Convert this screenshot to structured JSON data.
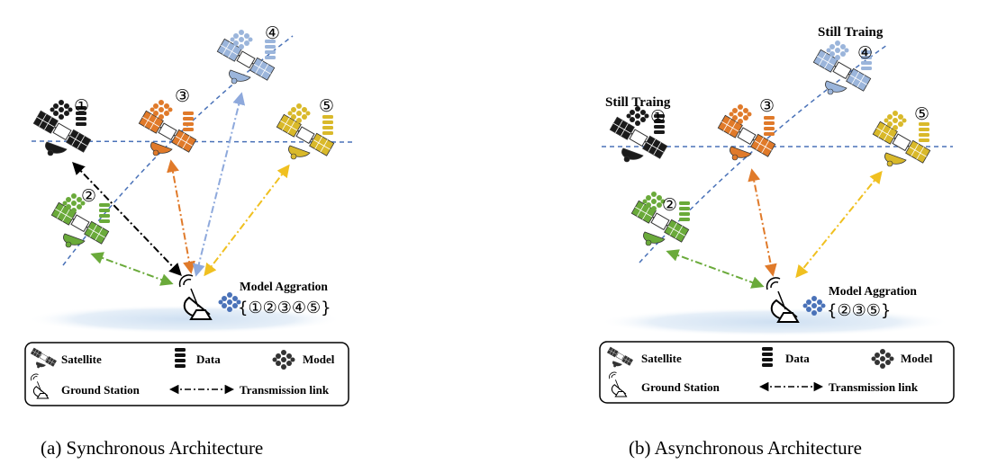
{
  "figure": {
    "panel_a": {
      "caption": "(a) Synchronous Architecture",
      "satellite_numbers": [
        "①",
        "②",
        "③",
        "④",
        "⑤"
      ],
      "aggregation_title": "Model Aggration",
      "aggregation_set": "{①②③④⑤}",
      "legend": {
        "satellite": "Satellite",
        "data": "Data",
        "model": "Model",
        "ground_station": "Ground Station",
        "transmission_link": "Transmission link"
      }
    },
    "panel_b": {
      "caption": "(b) Asynchronous Architecture",
      "satellite_numbers": [
        "①",
        "②",
        "③",
        "④",
        "⑤"
      ],
      "still_training_1": "Still Traing",
      "still_training_4": "Still Traing",
      "aggregation_title": "Model Aggration",
      "aggregation_set": "{②③⑤}",
      "legend": {
        "satellite": "Satellite",
        "data": "Data",
        "model": "Model",
        "ground_station": "Ground Station",
        "transmission_link": "Transmission link"
      }
    },
    "colors": {
      "sat1": "#1a1a1a",
      "sat2": "#6aaa3a",
      "sat3": "#e07a2a",
      "sat4": "#9bb5db",
      "sat5": "#d9b92a",
      "orbit": "#4a72b8",
      "link_black": "#000000",
      "link_green": "#6aaa3a",
      "link_orange": "#e07a2a",
      "link_blue": "#8ea9dc",
      "link_yellow": "#f0c020",
      "ground": "#dbe7f4"
    },
    "icons": [
      "satellite-icon",
      "data-stack-icon",
      "model-network-icon",
      "ground-station-icon",
      "transmission-link-icon"
    ]
  }
}
